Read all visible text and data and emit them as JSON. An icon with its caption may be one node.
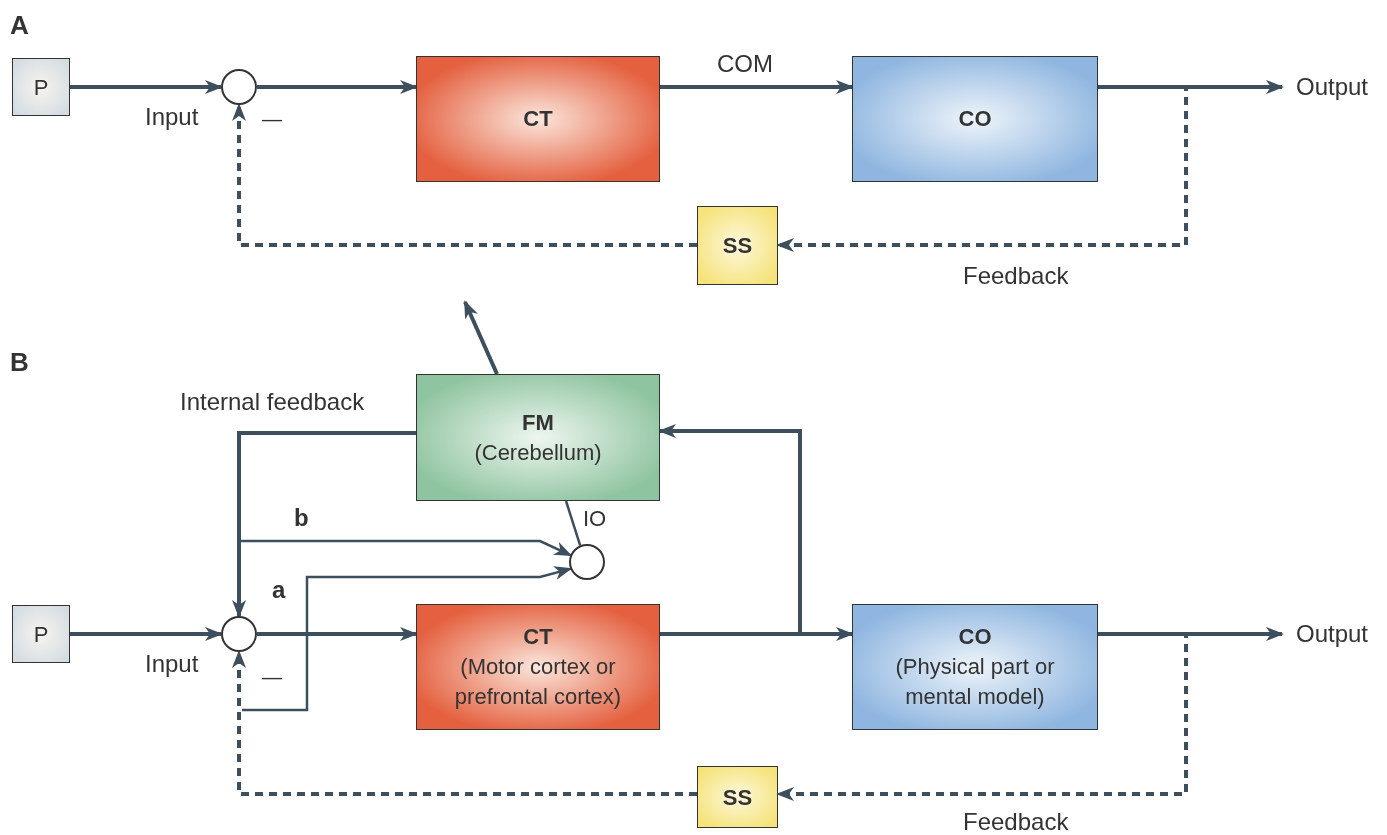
{
  "diagram": {
    "nodes": [
      {
        "text": [
          "P"
        ]
      },
      {
        "text": [],
        "shape": "circle"
      },
      {
        "text": [
          "CT"
        ]
      },
      {
        "text": [
          "CO"
        ]
      },
      {
        "text": [
          "Output"
        ]
      },
      {
        "text": [
          "SS"
        ]
      },
      {
        "text": [
          "P"
        ]
      },
      {
        "text": [],
        "shape": "circle"
      },
      {
        "text": [
          "FM",
          "(Cerebellum)"
        ]
      },
      {
        "text": [],
        "shape": "circle",
        "beside": [
          "IO"
        ]
      },
      {
        "text": [
          "CT",
          "(Motor cortex or prefrontal cortex)"
        ]
      },
      {
        "text": [
          "CO",
          "(Physical part or mental model)"
        ]
      },
      {
        "text": [
          "Output"
        ]
      },
      {
        "text": [
          "SS"
        ]
      }
    ],
    "edges": [
      {
        "from": 0,
        "to": 1,
        "arrow": "to",
        "label": "Input"
      },
      {
        "from": 1,
        "to": 2,
        "arrow": "to"
      },
      {
        "from": 2,
        "to": 3,
        "arrow": "to",
        "label": "COM"
      },
      {
        "from": 3,
        "to": 4,
        "arrow": "to"
      },
      {
        "from": 3,
        "to": 5,
        "arrow": "to",
        "style": "dashed",
        "label": "Feedback"
      },
      {
        "from": 5,
        "to": 1,
        "arrow": "to",
        "style": "dashed"
      },
      {
        "from": 6,
        "to": 7,
        "arrow": "to",
        "label": "Input"
      },
      {
        "from": 7,
        "to": 10,
        "arrow": "to"
      },
      {
        "from": 10,
        "to": 11,
        "arrow": "to"
      },
      {
        "from": 10,
        "to": 8,
        "arrow": "to"
      },
      {
        "from": 11,
        "to": 12,
        "arrow": "to"
      },
      {
        "from": 11,
        "to": 13,
        "arrow": "to",
        "style": "dashed",
        "label": "Feedback"
      },
      {
        "from": 13,
        "to": 7,
        "arrow": "to",
        "style": "dashed"
      },
      {
        "from": 8,
        "to": 7,
        "arrow": "to",
        "label": "Internal feedback"
      },
      {
        "from": 8,
        "to": 9,
        "arrow": "to",
        "label": "b"
      },
      {
        "from": 13,
        "to": 9,
        "arrow": "to",
        "label": "a"
      },
      {
        "from": 8,
        "to": 9,
        "arrow": "none"
      },
      {
        "from": 8,
        "to": null,
        "arrow": "to"
      }
    ],
    "labels": [
      "A",
      "—",
      "B",
      "—"
    ]
  }
}
